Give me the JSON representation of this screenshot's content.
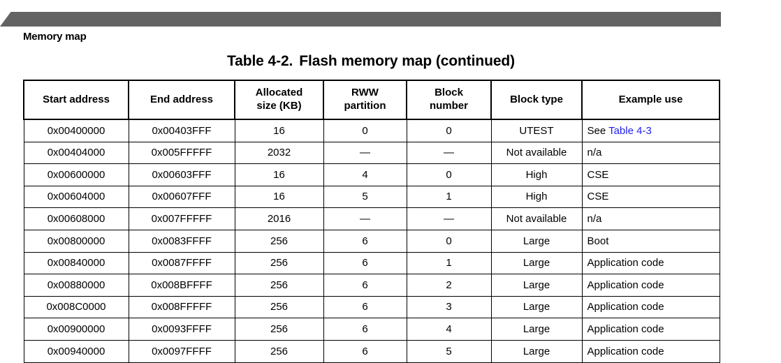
{
  "page": {
    "running_head": "Memory map",
    "header_bar_color": "#636363",
    "link_color": "#2222ee"
  },
  "table": {
    "caption_label": "Table 4-2.",
    "caption_title": "Flash memory map (continued)",
    "columns": [
      "Start address",
      "End address",
      "Allocated size (KB)",
      "RWW partition",
      "Block number",
      "Block type",
      "Example use"
    ],
    "columns_wrapped": [
      [
        "Start address"
      ],
      [
        "End address"
      ],
      [
        "Allocated",
        "size (KB)"
      ],
      [
        "RWW",
        "partition"
      ],
      [
        "Block",
        "number"
      ],
      [
        "Block type"
      ],
      [
        "Example use"
      ]
    ],
    "rows": [
      {
        "start_address": "0x00400000",
        "end_address": "0x00403FFF",
        "allocated_size_kb": "16",
        "rww_partition": "0",
        "block_number": "0",
        "block_type": "UTEST",
        "example_use": "See Table 4-3",
        "example_use_prefix": "See ",
        "example_use_link": "Table 4-3",
        "example_use_has_link": true
      },
      {
        "start_address": "0x00404000",
        "end_address": "0x005FFFFF",
        "allocated_size_kb": "2032",
        "rww_partition": "—",
        "block_number": "—",
        "block_type": "Not available",
        "example_use": "n/a",
        "example_use_has_link": false
      },
      {
        "start_address": "0x00600000",
        "end_address": "0x00603FFF",
        "allocated_size_kb": "16",
        "rww_partition": "4",
        "block_number": "0",
        "block_type": "High",
        "example_use": "CSE",
        "example_use_has_link": false
      },
      {
        "start_address": "0x00604000",
        "end_address": "0x00607FFF",
        "allocated_size_kb": "16",
        "rww_partition": "5",
        "block_number": "1",
        "block_type": "High",
        "example_use": "CSE",
        "example_use_has_link": false
      },
      {
        "start_address": "0x00608000",
        "end_address": "0x007FFFFF",
        "allocated_size_kb": "2016",
        "rww_partition": "—",
        "block_number": "—",
        "block_type": "Not available",
        "example_use": "n/a",
        "example_use_has_link": false
      },
      {
        "start_address": "0x00800000",
        "end_address": "0x0083FFFF",
        "allocated_size_kb": "256",
        "rww_partition": "6",
        "block_number": "0",
        "block_type": "Large",
        "example_use": "Boot",
        "example_use_has_link": false
      },
      {
        "start_address": "0x00840000",
        "end_address": "0x0087FFFF",
        "allocated_size_kb": "256",
        "rww_partition": "6",
        "block_number": "1",
        "block_type": "Large",
        "example_use": "Application code",
        "example_use_has_link": false
      },
      {
        "start_address": "0x00880000",
        "end_address": "0x008BFFFF",
        "allocated_size_kb": "256",
        "rww_partition": "6",
        "block_number": "2",
        "block_type": "Large",
        "example_use": "Application code",
        "example_use_has_link": false
      },
      {
        "start_address": "0x008C0000",
        "end_address": "0x008FFFFF",
        "allocated_size_kb": "256",
        "rww_partition": "6",
        "block_number": "3",
        "block_type": "Large",
        "example_use": "Application code",
        "example_use_has_link": false
      },
      {
        "start_address": "0x00900000",
        "end_address": "0x0093FFFF",
        "allocated_size_kb": "256",
        "rww_partition": "6",
        "block_number": "4",
        "block_type": "Large",
        "example_use": "Application code",
        "example_use_has_link": false
      },
      {
        "start_address": "0x00940000",
        "end_address": "0x0097FFFF",
        "allocated_size_kb": "256",
        "rww_partition": "6",
        "block_number": "5",
        "block_type": "Large",
        "example_use": "Application code",
        "example_use_has_link": false
      }
    ]
  }
}
